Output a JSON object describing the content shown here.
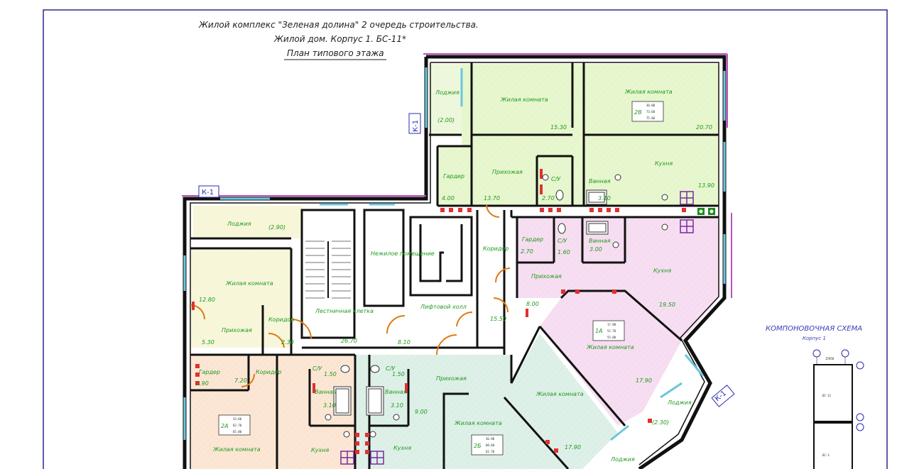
{
  "title": {
    "line1": "Жилой комплекс \"Зеленая долина\" 2 очередь строительства.",
    "line2": "Жилой дом. Корпус 1. БС-11*",
    "line3": "План типового этажа"
  },
  "section_tags": [
    "К-1",
    "К-1",
    "К-1"
  ],
  "colors": {
    "frame": "#1a1a8a",
    "wall": "#111111",
    "label": "#1f9a1f",
    "apt_green": "#e6f6cc",
    "apt_pink": "#f6dcf0",
    "apt_peach": "#fbe5d2",
    "apt_mint": "#dcefe6",
    "apt_yellow": "#f7f6d9",
    "stair": "#ffffff",
    "red_block": "#e23030",
    "purple_block": "#7a2aa0",
    "orange_door": "#e07a10",
    "window_cyan": "#6cc6e0"
  },
  "rooms": [
    {
      "label": "Лоджия"
    },
    {
      "label": "(2.00)"
    },
    {
      "label": "Жилая комната"
    },
    {
      "label": "15.30"
    },
    {
      "label": "Жилая комната"
    },
    {
      "label": "20.70"
    },
    {
      "label": "Гардер"
    },
    {
      "label": "4.00"
    },
    {
      "label": "Прихожая"
    },
    {
      "label": "13.70"
    },
    {
      "label": "С/У"
    },
    {
      "label": "2.70"
    },
    {
      "label": "Ванная"
    },
    {
      "label": "3.10"
    },
    {
      "label": "Кухня"
    },
    {
      "label": "13.90"
    },
    {
      "label": "Лоджия"
    },
    {
      "label": "(2.90)"
    },
    {
      "label": "Нежилое помещение"
    },
    {
      "label": "Коридор"
    },
    {
      "label": "Гардер"
    },
    {
      "label": "2.70"
    },
    {
      "label": "С/У"
    },
    {
      "label": "1.60"
    },
    {
      "label": "Ванная"
    },
    {
      "label": "3.00"
    },
    {
      "label": "Кухня"
    },
    {
      "label": "Жилая комната"
    },
    {
      "label": "12.80"
    },
    {
      "label": "Прихожая"
    },
    {
      "label": "8.00"
    },
    {
      "label": "19.50"
    },
    {
      "label": "Лестничная клетка"
    },
    {
      "label": "Лифтовой холл"
    },
    {
      "label": "15.50"
    },
    {
      "label": "Коридор"
    },
    {
      "label": "Прихожая"
    },
    {
      "label": "5.30"
    },
    {
      "label": "2.30"
    },
    {
      "label": "26.70"
    },
    {
      "label": "8.10"
    },
    {
      "label": "Жилая комната"
    },
    {
      "label": "17.90"
    },
    {
      "label": "Гардер"
    },
    {
      "label": "1.90"
    },
    {
      "label": "Коридор"
    },
    {
      "label": "7.20"
    },
    {
      "label": "С/У"
    },
    {
      "label": "1.50"
    },
    {
      "label": "С/У"
    },
    {
      "label": "1.50"
    },
    {
      "label": "Прихожая"
    },
    {
      "label": "Ванная"
    },
    {
      "label": "3.10"
    },
    {
      "label": "Ванная"
    },
    {
      "label": "3.10"
    },
    {
      "label": "9.00"
    },
    {
      "label": "Жилая комната"
    },
    {
      "label": "Лоджия"
    },
    {
      "label": "(2.30)"
    },
    {
      "label": "Жилая комната"
    },
    {
      "label": "Жилая комната"
    },
    {
      "label": "Кухня"
    },
    {
      "label": "Кухня"
    },
    {
      "label": "17.90"
    },
    {
      "label": "Лоджия"
    }
  ],
  "apartments": [
    {
      "id": "2В",
      "areas": [
        "36.00",
        "73.60",
        "75.60"
      ]
    },
    {
      "id": "1А",
      "areas": [
        "17.90",
        "52.70",
        "55.00"
      ]
    },
    {
      "id": "2А",
      "areas": [
        "33.60",
        "62.70",
        "65.00"
      ]
    },
    {
      "id": "2Б",
      "areas": [
        "36.90",
        "60.60",
        "62.70"
      ]
    }
  ],
  "scheme": {
    "title": "КОМПОНОВОЧНАЯ СХЕМА",
    "subtitle": "Корпус 1",
    "blocks": [
      "БС-11",
      "БС-3"
    ],
    "dim": "15950"
  }
}
